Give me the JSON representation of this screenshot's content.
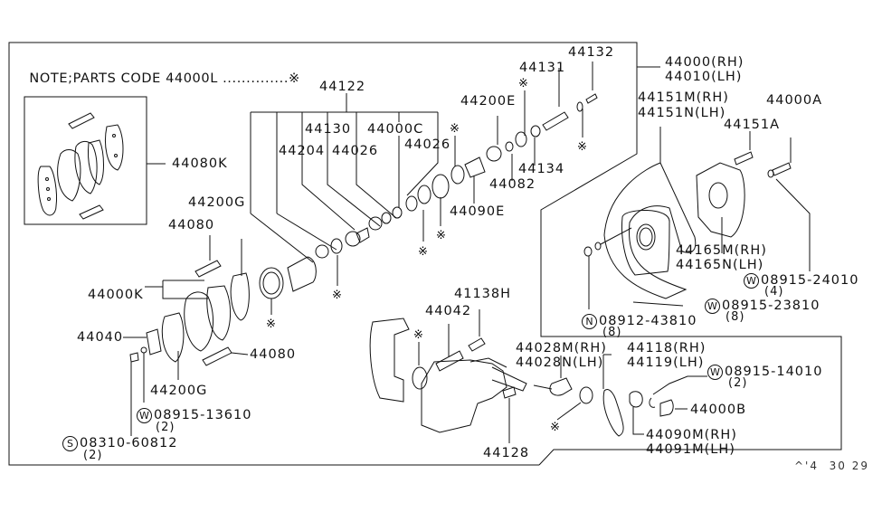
{
  "diagram": {
    "title": "Rear Disc Brake Caliper Assembly",
    "note": {
      "text": "NOTE;PARTS CODE 44000L ..............",
      "symbol": "※"
    },
    "footer_ref": "^'4  30 29",
    "callouts": {
      "p44122": "44122",
      "p44130": "44130",
      "p44204": "44204",
      "p44026a": "44026",
      "p44000c": "44000C",
      "p44026b": "44026",
      "p44200e": "44200E",
      "p44131": "44131",
      "p44132": "44132",
      "p44134": "44134",
      "p44082": "44082",
      "p44090e": "44090E",
      "p44000rh": "44000(RH)",
      "p44010lh": "44010(LH)",
      "p44151m": "44151M(RH)",
      "p44151n": "44151N(LH)",
      "p44000a": "44000A",
      "p44151a": "44151A",
      "p44080k": "44080K",
      "p44200g_top": "44200G",
      "p44080_top": "44080",
      "p44000k": "44000K",
      "p44040": "44040",
      "p44080_bottom": "44080",
      "p44200g_bottom": "44200G",
      "w0891513610": "08915-13610",
      "w0891513610_qty": "(2)",
      "s0831060812": "08310-60812",
      "s0831060812_qty": "(2)",
      "p44165m": "44165M(RH)",
      "p44165n": "44165N(LH)",
      "w0891524010": "08915-24010",
      "w0891524010_qty": "(4)",
      "w0891523810": "08915-23810",
      "w0891523810_qty": "(8)",
      "n0891243810": "08912-43810",
      "n0891243810_qty": "(8)",
      "p41138h": "41138H",
      "p44042": "44042",
      "p44028m": "44028M(RH)",
      "p44028n": "44028N(LH)",
      "p44118": "44118(RH)",
      "p44119": "44119(LH)",
      "w0891514010": "08915-14010",
      "w0891514010_qty": "(2)",
      "p44000b": "44000B",
      "p44090m": "44090M(RH)",
      "p44091m": "44091M(LH)",
      "p44128": "44128"
    },
    "circle_markers": {
      "washer": "W",
      "screw": "S",
      "nut": "N"
    },
    "asterisk": "※"
  }
}
